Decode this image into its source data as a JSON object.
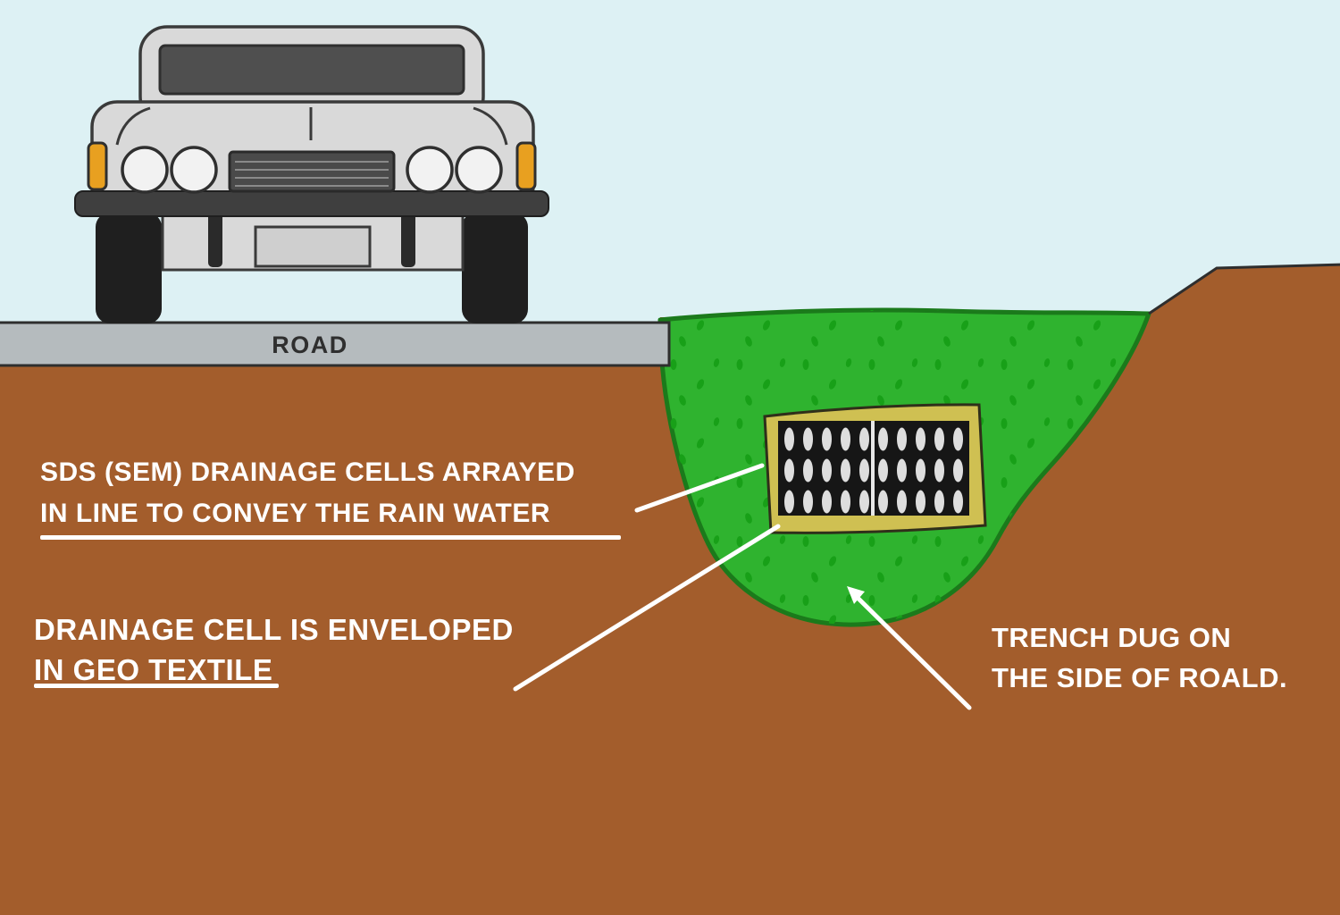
{
  "diagram": {
    "road_label": "ROAD",
    "annotations": {
      "drainage_cells": {
        "line1": "SDS (SEM) DRAINAGE CELLS ARRAYED",
        "line2": "IN LINE TO CONVEY THE RAIN WATER"
      },
      "geo_textile": {
        "line1": "DRAINAGE CELL IS ENVELOPED",
        "line2": "IN GEO TEXTILE"
      },
      "trench": {
        "line1": "TRENCH DUG ON",
        "line2": "THE SIDE OF ROALD."
      }
    },
    "colors": {
      "sky": "#ddf1f4",
      "soil_brown": "#a35d2c",
      "trench_green": "#2fb32f",
      "trench_outline": "#1b7a1b",
      "trench_speckle": "#18a018",
      "road_grey": "#b5bbbe",
      "geotextile_yellow": "#cfc052",
      "drainage_cell_black": "#161616",
      "car_body_grey": "#d9d9d9",
      "indicator_orange": "#e8a020",
      "annotation_text": "#ffffff"
    }
  }
}
